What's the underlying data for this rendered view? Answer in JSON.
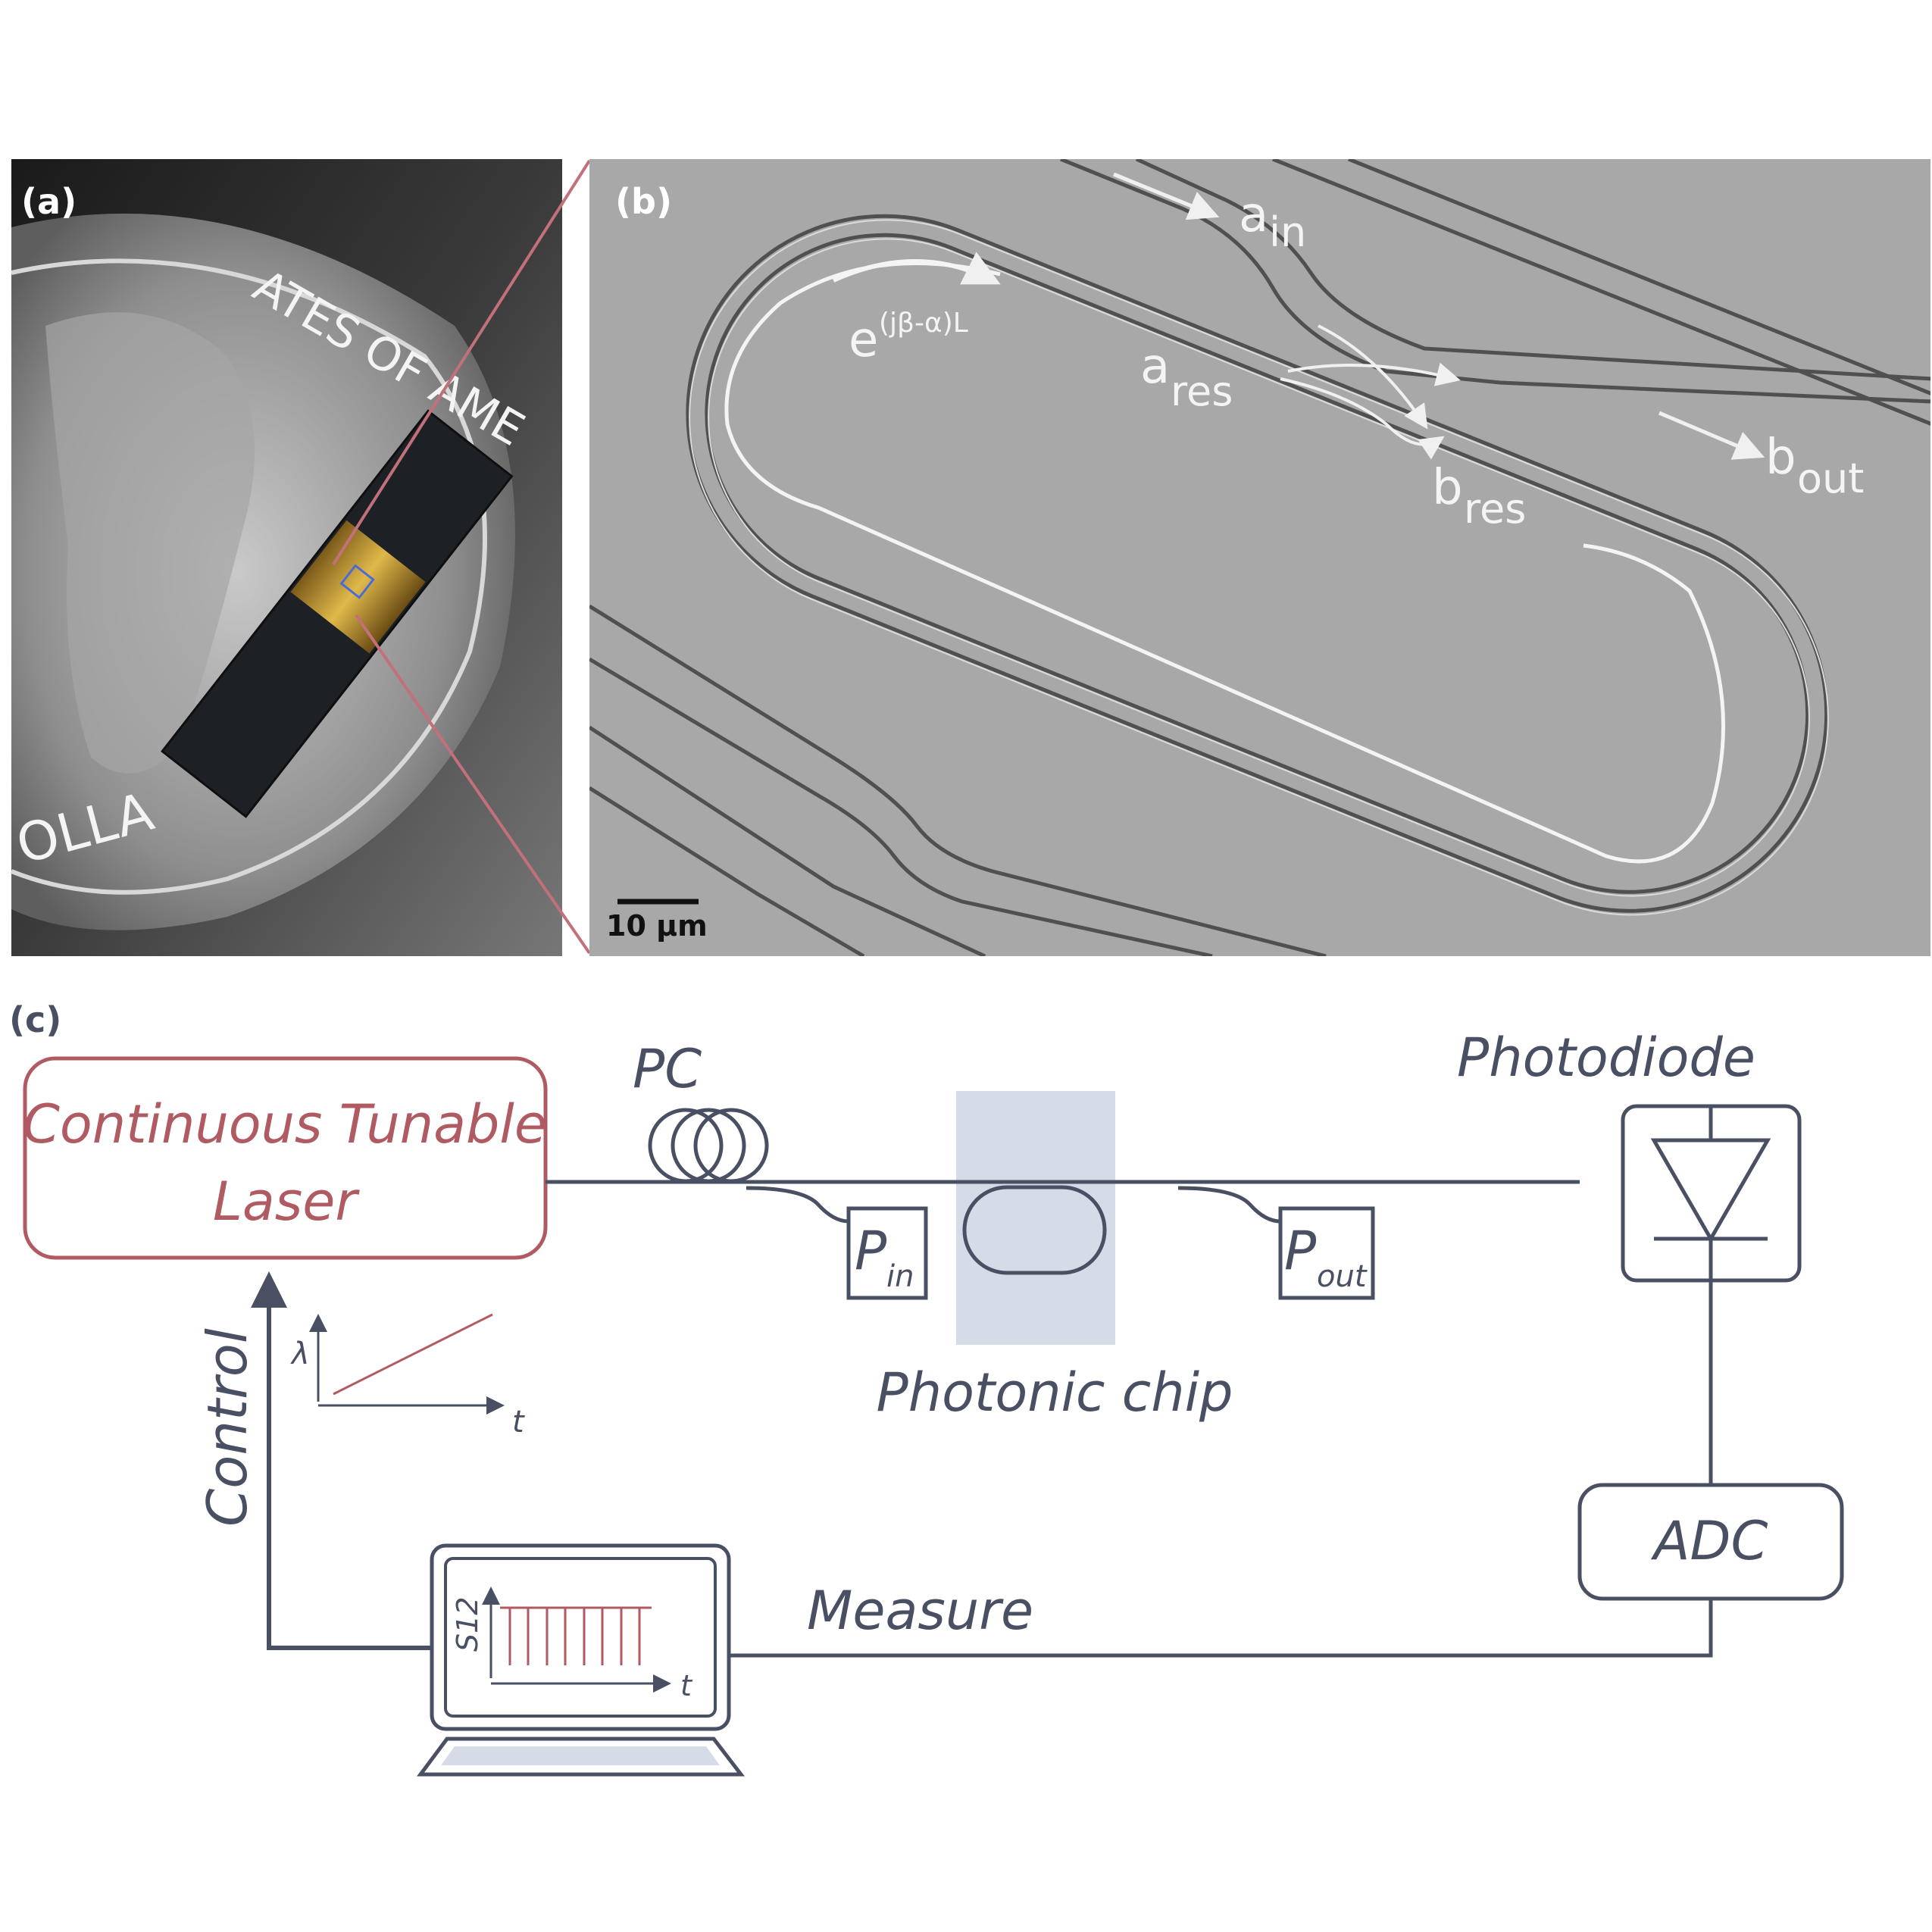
{
  "panels": {
    "a": {
      "label": "(a)",
      "coin_text_top": "ATES OF AME",
      "coin_text_bottom": "OLLA"
    },
    "b": {
      "label": "(b)",
      "propagation": "e",
      "propagation_exp": "(jβ-α)L",
      "a_in": "a",
      "a_in_sub": "in",
      "a_res": "a",
      "a_res_sub": "res",
      "b_res": "b",
      "b_res_sub": "res",
      "b_out": "b",
      "b_out_sub": "out",
      "scalebar": "10 µm"
    },
    "c": {
      "label": "(c)",
      "laser_line1": "Continuous Tunable",
      "laser_line2": "Laser",
      "pc": "PC",
      "p_in": "P",
      "p_in_sub": "in",
      "p_out": "P",
      "p_out_sub": "out",
      "photonic_chip": "Photonic chip",
      "photodiode": "Photodiode",
      "adc": "ADC",
      "control": "Control",
      "measure": "Measure",
      "sweep_y": "λ",
      "sweep_x": "t",
      "screen_y": "S12",
      "screen_x": "t"
    }
  },
  "colors": {
    "accent": "#b05a62",
    "dark": "#4a5063",
    "chip_shade": "#d6dbe8",
    "sem_bg": "#a8a8a8"
  }
}
